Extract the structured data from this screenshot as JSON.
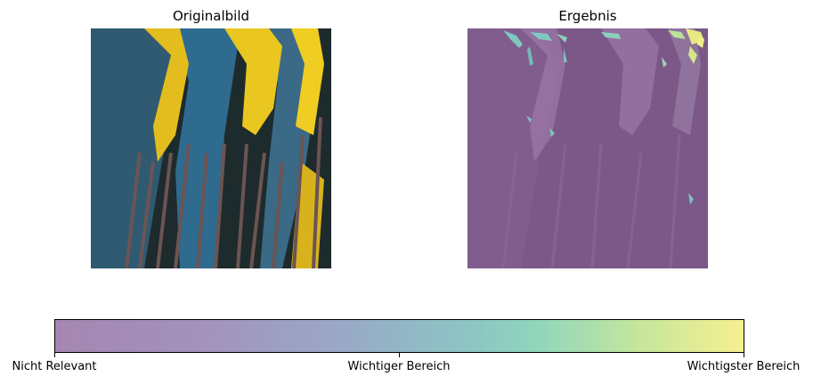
{
  "chart_data": {
    "type": "heatmap",
    "panels": [
      {
        "title": "Originalbild"
      },
      {
        "title": "Ergebnis"
      }
    ],
    "colorbar": {
      "ticks": [
        {
          "value": 0.0,
          "label": "Nicht Relevant"
        },
        {
          "value": 0.5,
          "label": "Wichtiger Bereich"
        },
        {
          "value": 1.0,
          "label": "Wichtigster Bereich"
        }
      ],
      "colors": [
        "#a586b2",
        "#9aa6c7",
        "#8fcfbe",
        "#f6f08f"
      ]
    }
  }
}
